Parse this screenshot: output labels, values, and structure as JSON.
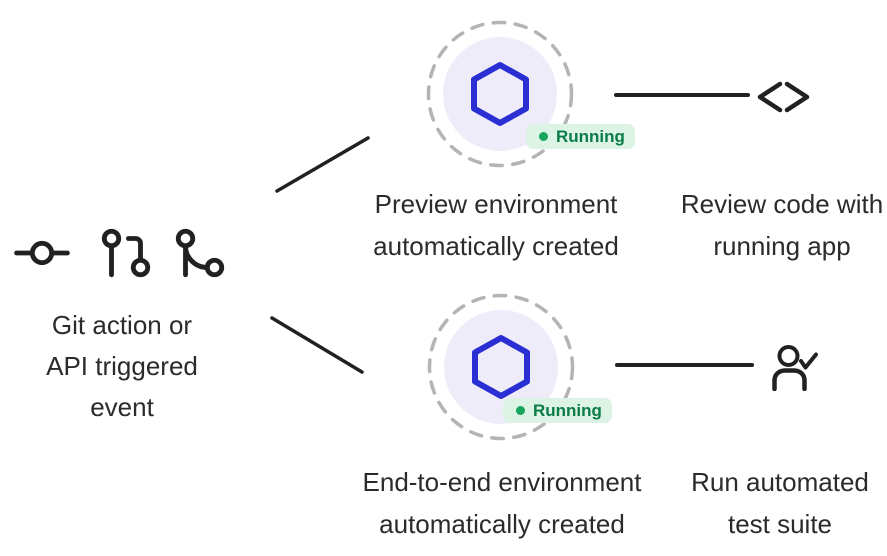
{
  "palette": {
    "text": "#2b2b2b",
    "stroke_dark": "#212121",
    "hexagon_blue": "#2a2fd3",
    "environment_fill": "#eeecf9",
    "dashed_ring_gray": "#b4b4b4",
    "badge_background": "#dcf3e5",
    "badge_dot_green": "#17a45c",
    "badge_text_green": "#0a7c47"
  },
  "source": {
    "icons": [
      "git-commit-icon",
      "git-pull-request-icon",
      "git-merge-icon"
    ],
    "label_lines": [
      "Git action or",
      "API triggered",
      "event"
    ]
  },
  "top_flow": {
    "environment_icon": "hexagon-icon",
    "status": "Running",
    "label_lines": [
      "Preview environment",
      "automatically created"
    ],
    "outcome_icon": "code-icon",
    "outcome_lines": [
      "Review code with",
      "running app"
    ]
  },
  "bottom_flow": {
    "environment_icon": "hexagon-icon",
    "status": "Running",
    "label_lines": [
      "End-to-end environment",
      "automatically created"
    ],
    "outcome_icon": "user-check-icon",
    "outcome_lines": [
      "Run automated",
      "test suite"
    ]
  }
}
